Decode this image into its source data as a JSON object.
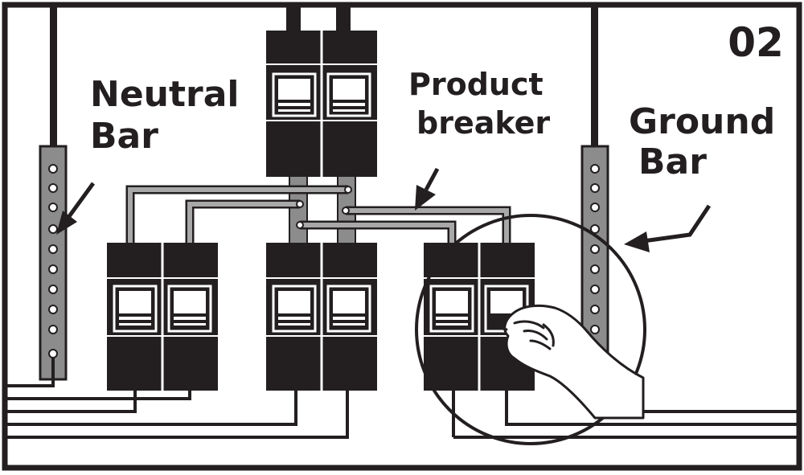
{
  "step_number": "02",
  "labels": {
    "neutral_bar": [
      "Neutral",
      "Bar"
    ],
    "product_breaker": [
      "Product",
      "breaker"
    ],
    "ground_bar": [
      "Ground",
      "Bar"
    ]
  },
  "colors": {
    "ink": "#231f20",
    "bus_gray": "#8c8c8c",
    "wire_gray": "#a8a8a8",
    "paper": "#ffffff"
  }
}
